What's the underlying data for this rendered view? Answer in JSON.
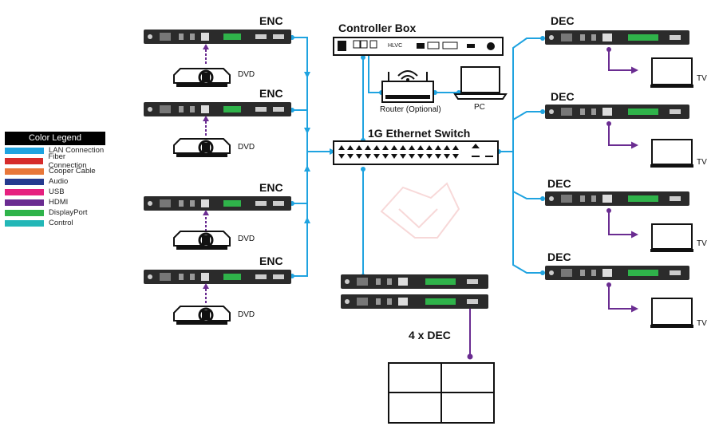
{
  "legend": {
    "title": "Color Legend",
    "items": [
      {
        "label": "LAN Connection",
        "color": "#1fa3e0"
      },
      {
        "label": "Fiber Connection",
        "color": "#d62b2b"
      },
      {
        "label": "Cooper Cable",
        "color": "#e8773a"
      },
      {
        "label": "Audio",
        "color": "#243a8f"
      },
      {
        "label": "USB",
        "color": "#e6207f"
      },
      {
        "label": "HDMI",
        "color": "#6a2c91"
      },
      {
        "label": "DisplayPort",
        "color": "#2fb34a"
      },
      {
        "label": "Control",
        "color": "#23b7b7"
      }
    ]
  },
  "labels": {
    "enc": "ENC",
    "dec": "DEC",
    "dvd": "DVD",
    "tv": "TV",
    "controller": "Controller Box",
    "switch": "1G Ethernet Switch",
    "router": "Router (Optional)",
    "pc": "PC",
    "four_dec": "4 x DEC",
    "controller_port": "HLVC"
  },
  "colors": {
    "lan": "#1fa3e0",
    "hdmi": "#6a2c91",
    "device": "#2b2b2b"
  }
}
